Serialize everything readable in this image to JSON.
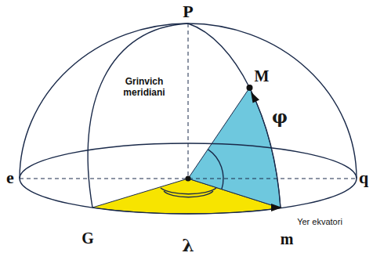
{
  "diagram": {
    "labels": [
      "P",
      "Grinvich meridiani",
      "M",
      "φ",
      "e",
      "q",
      "G",
      "λ",
      "m",
      "Yer ekvatori"
    ]
  }
}
